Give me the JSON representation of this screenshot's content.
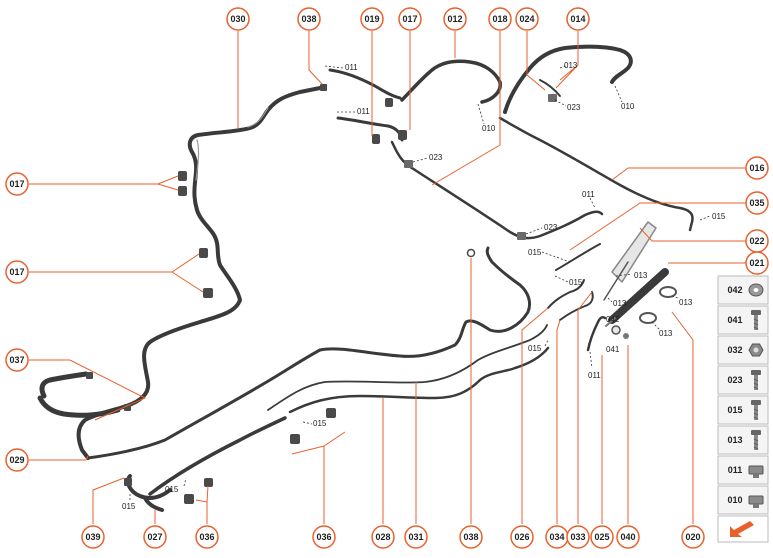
{
  "colors": {
    "accent": "#e8612c",
    "hose": "#3a3a3a",
    "hose_highlight": "#9a9a9a",
    "leader": "#e8612c",
    "legend_border": "#bbbbbb",
    "legend_box": "#f4f4f4"
  },
  "callouts": [
    {
      "label": "030"
    },
    {
      "label": "038"
    },
    {
      "label": "019"
    },
    {
      "label": "017"
    },
    {
      "label": "012"
    },
    {
      "label": "018"
    },
    {
      "label": "024"
    },
    {
      "label": "014"
    },
    {
      "label": "017"
    },
    {
      "label": "016"
    },
    {
      "label": "017"
    },
    {
      "label": "035"
    },
    {
      "label": "022"
    },
    {
      "label": "021"
    },
    {
      "label": "037"
    },
    {
      "label": "029"
    },
    {
      "label": "020"
    },
    {
      "label": "039"
    },
    {
      "label": "027"
    },
    {
      "label": "036"
    },
    {
      "label": "036"
    },
    {
      "label": "028"
    },
    {
      "label": "031"
    },
    {
      "label": "038"
    },
    {
      "label": "026"
    },
    {
      "label": "034"
    },
    {
      "label": "033"
    },
    {
      "label": "025"
    },
    {
      "label": "040"
    }
  ],
  "part_labels": [
    {
      "text": "011"
    },
    {
      "text": "011"
    },
    {
      "text": "010"
    },
    {
      "text": "013"
    },
    {
      "text": "023"
    },
    {
      "text": "010"
    },
    {
      "text": "023"
    },
    {
      "text": "011"
    },
    {
      "text": "023"
    },
    {
      "text": "015"
    },
    {
      "text": "015"
    },
    {
      "text": "013"
    },
    {
      "text": "015"
    },
    {
      "text": "013"
    },
    {
      "text": "013"
    },
    {
      "text": "015"
    },
    {
      "text": "042"
    },
    {
      "text": "041"
    },
    {
      "text": "013"
    },
    {
      "text": "011"
    },
    {
      "text": "015"
    },
    {
      "text": "015"
    },
    {
      "text": "015"
    }
  ],
  "legend": {
    "items": [
      {
        "code": "042",
        "icon": "washer-icon"
      },
      {
        "code": "041",
        "icon": "bolt-icon"
      },
      {
        "code": "032",
        "icon": "nut-icon"
      },
      {
        "code": "023",
        "icon": "bolt-icon"
      },
      {
        "code": "015",
        "icon": "bolt-icon"
      },
      {
        "code": "013",
        "icon": "bolt-icon"
      },
      {
        "code": "011",
        "icon": "clip-nut-icon"
      },
      {
        "code": "010",
        "icon": "clip-nut-icon"
      }
    ],
    "nav_icon": "arrow-down-left-icon"
  }
}
